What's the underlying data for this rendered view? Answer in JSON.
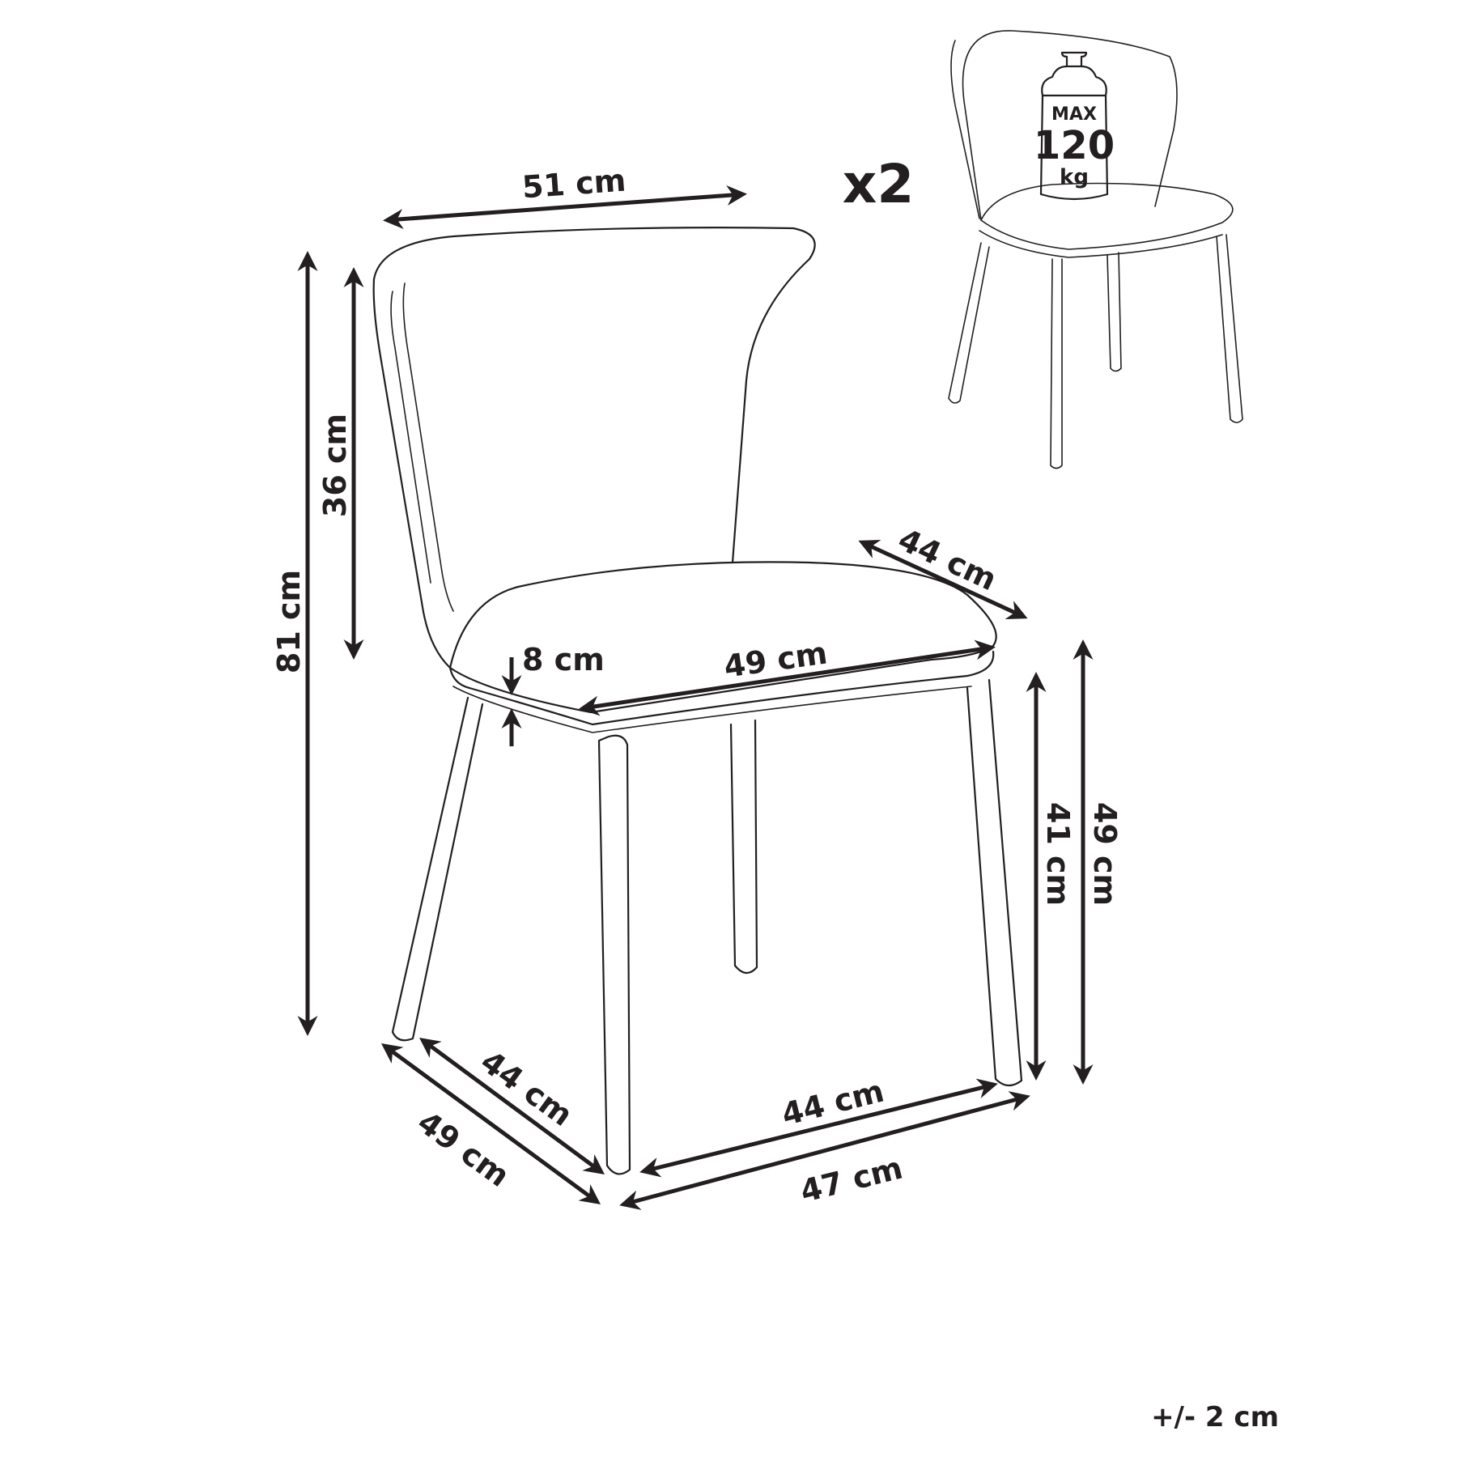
{
  "dimensions": {
    "back_width": "51 cm",
    "total_height": "81 cm",
    "backrest_height": "36 cm",
    "seat_depth": "44 cm",
    "seat_thickness": "8 cm",
    "seat_width": "49 cm",
    "seat_height_floor": "41 cm",
    "seat_top_height": "49 cm",
    "legs_depth_inner": "44 cm",
    "legs_depth_outer": "49 cm",
    "legs_width_inner": "44 cm",
    "legs_width_outer": "47 cm"
  },
  "quantity": "x2",
  "max_load": {
    "label": "MAX",
    "value": "120",
    "unit": "kg"
  },
  "tolerance": "+/- 2 cm"
}
